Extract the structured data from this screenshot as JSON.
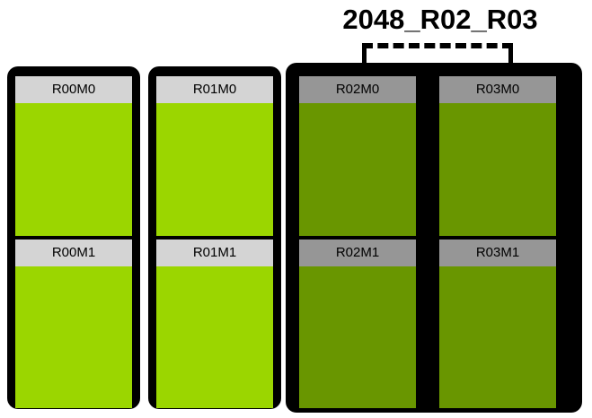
{
  "annotation": {
    "title": "2048_R02_R03",
    "bracket": "dashed-bracket"
  },
  "palette": {
    "frame": "#000000",
    "header_normal": "#d4d4d4",
    "header_selected": "#969696",
    "body_normal": "#9bd600",
    "body_selected": "#699600",
    "background": "#ffffff",
    "text": "#000000"
  },
  "racks": [
    {
      "id": "R00",
      "selected": false,
      "grouped": false,
      "modules": [
        {
          "label": "R00M0"
        },
        {
          "label": "R00M1"
        }
      ]
    },
    {
      "id": "R01",
      "selected": false,
      "grouped": false,
      "modules": [
        {
          "label": "R01M0"
        },
        {
          "label": "R01M1"
        }
      ]
    },
    {
      "id": "R02",
      "selected": true,
      "grouped": true,
      "modules": [
        {
          "label": "R02M0"
        },
        {
          "label": "R02M1"
        }
      ]
    },
    {
      "id": "R03",
      "selected": true,
      "grouped": true,
      "modules": [
        {
          "label": "R03M0"
        },
        {
          "label": "R03M1"
        }
      ]
    }
  ]
}
